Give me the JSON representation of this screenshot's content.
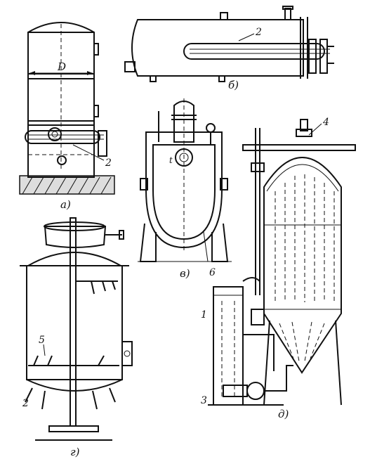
{
  "figure": {
    "panels": {
      "a": {
        "caption": "а)",
        "labels": {
          "diameter": "D",
          "part_2": "2"
        }
      },
      "b": {
        "caption": "б)",
        "labels": {
          "part_2": "2"
        }
      },
      "v": {
        "caption": "в)",
        "labels": {
          "part_6": "6",
          "temp": "t"
        }
      },
      "g": {
        "caption": "г)",
        "labels": {
          "part_5": "5",
          "part_2": "2"
        }
      },
      "d": {
        "caption": "д)",
        "labels": {
          "part_1": "1",
          "part_3": "3",
          "part_4": "4"
        }
      }
    }
  }
}
